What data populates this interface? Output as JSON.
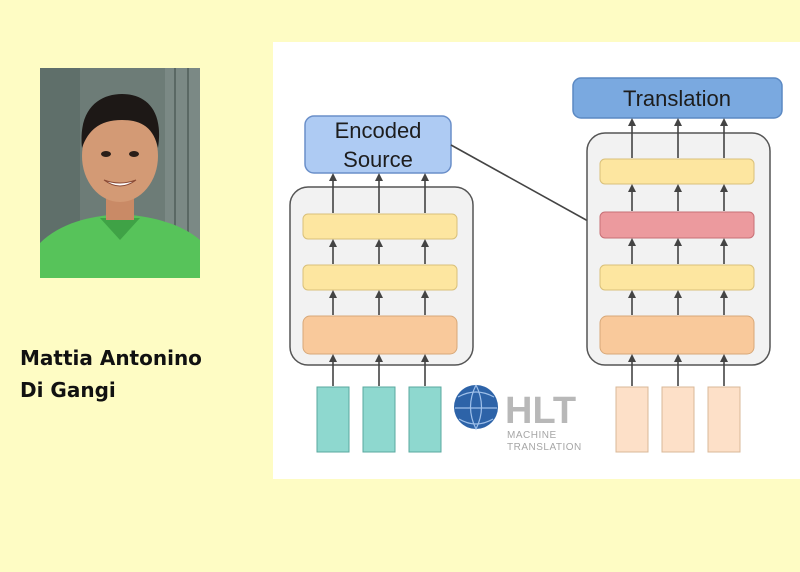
{
  "person": {
    "name_line1": "Mattia Antonino",
    "name_line2": "Di Gangi"
  },
  "diagram": {
    "encoded_source_line1": "Encoded",
    "encoded_source_line2": "Source",
    "translation_label": "Translation"
  },
  "logo": {
    "main": "HLT",
    "sub_line1": "MACHINE",
    "sub_line2": "TRANSLATION"
  },
  "colors": {
    "background": "#fefcc4",
    "output_box": "#aecbf3",
    "output_box_dark": "#7aa9e0",
    "layer_yellow": "#fde6a0",
    "layer_orange": "#f9c99b",
    "layer_attention": "#ec9a9e",
    "input_teal": "#8ed8cf",
    "input_peach": "#fde0c8"
  }
}
